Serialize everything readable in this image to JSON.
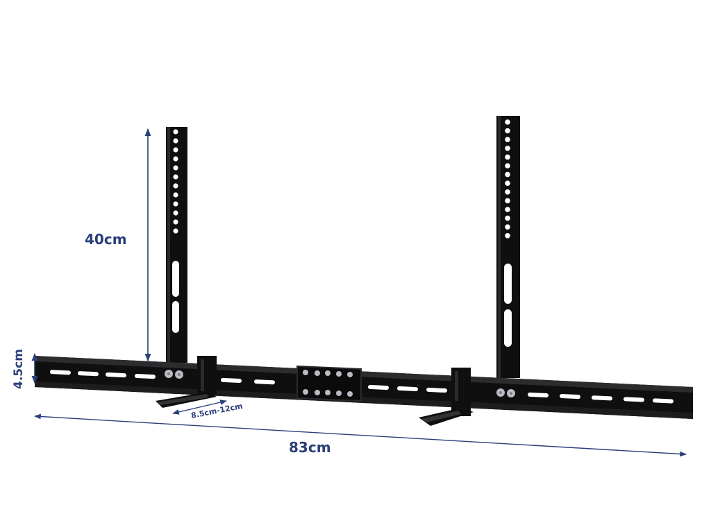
{
  "product": {
    "name": "soundbar-wall-bracket",
    "bracket_color": "#0f0f10",
    "hole_color": "#ffffff",
    "plate_screw_color": "#b9bcc2"
  },
  "dimensions": {
    "arm_height": "40cm",
    "bar_height": "4.5cm",
    "shelf_range": "8.5cm-12cm",
    "total_width": "83cm"
  },
  "colors": {
    "dimension_color": "#2b3f7a",
    "background": "#ffffff"
  }
}
